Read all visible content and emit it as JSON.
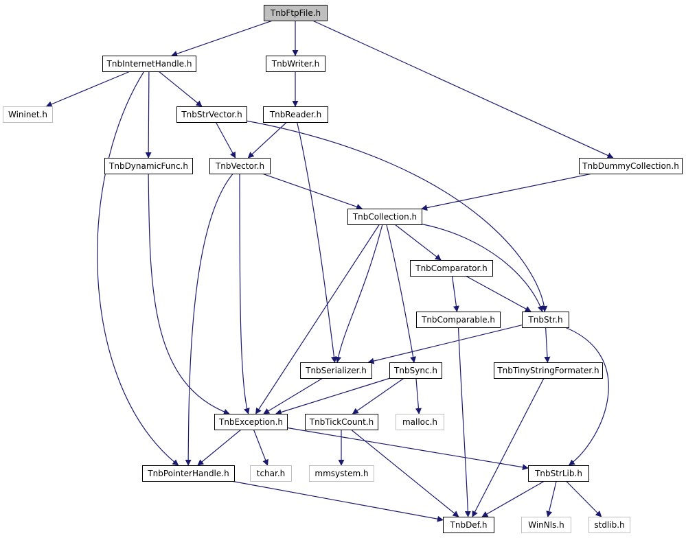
{
  "diagram": {
    "colors": {
      "edge": "#191970",
      "node_border": "#000000",
      "node_border_external": "#bfbfbf",
      "node_fill": "#ffffff",
      "root_fill": "#bfbfbf",
      "text": "#000000"
    },
    "nodes": [
      {
        "id": "TnbFtpFile",
        "label": "TnbFtpFile.h",
        "kind": "root"
      },
      {
        "id": "TnbInternetHandle",
        "label": "TnbInternetHandle.h",
        "kind": "local"
      },
      {
        "id": "TnbWriter",
        "label": "TnbWriter.h",
        "kind": "local"
      },
      {
        "id": "Wininet",
        "label": "Wininet.h",
        "kind": "external"
      },
      {
        "id": "TnbStrVector",
        "label": "TnbStrVector.h",
        "kind": "local"
      },
      {
        "id": "TnbReader",
        "label": "TnbReader.h",
        "kind": "local"
      },
      {
        "id": "TnbDynamicFunc",
        "label": "TnbDynamicFunc.h",
        "kind": "local"
      },
      {
        "id": "TnbVector",
        "label": "TnbVector.h",
        "kind": "local"
      },
      {
        "id": "TnbDummyCollection",
        "label": "TnbDummyCollection.h",
        "kind": "local"
      },
      {
        "id": "TnbCollection",
        "label": "TnbCollection.h",
        "kind": "local"
      },
      {
        "id": "TnbComparator",
        "label": "TnbComparator.h",
        "kind": "local"
      },
      {
        "id": "TnbComparable",
        "label": "TnbComparable.h",
        "kind": "local"
      },
      {
        "id": "TnbStr",
        "label": "TnbStr.h",
        "kind": "local"
      },
      {
        "id": "TnbSerializer",
        "label": "TnbSerializer.h",
        "kind": "local"
      },
      {
        "id": "TnbSync",
        "label": "TnbSync.h",
        "kind": "local"
      },
      {
        "id": "TnbTinyStringFormater",
        "label": "TnbTinyStringFormater.h",
        "kind": "local"
      },
      {
        "id": "TnbException",
        "label": "TnbException.h",
        "kind": "local"
      },
      {
        "id": "TnbTickCount",
        "label": "TnbTickCount.h",
        "kind": "local"
      },
      {
        "id": "malloc",
        "label": "malloc.h",
        "kind": "external"
      },
      {
        "id": "TnbPointerHandle",
        "label": "TnbPointerHandle.h",
        "kind": "local"
      },
      {
        "id": "tchar",
        "label": "tchar.h",
        "kind": "external"
      },
      {
        "id": "mmsystem",
        "label": "mmsystem.h",
        "kind": "external"
      },
      {
        "id": "TnbStrLib",
        "label": "TnbStrLib.h",
        "kind": "local"
      },
      {
        "id": "TnbDef",
        "label": "TnbDef.h",
        "kind": "local"
      },
      {
        "id": "WinNls",
        "label": "WinNls.h",
        "kind": "external"
      },
      {
        "id": "stdlib",
        "label": "stdlib.h",
        "kind": "external"
      }
    ],
    "edges": [
      {
        "from": "TnbFtpFile",
        "to": "TnbInternetHandle"
      },
      {
        "from": "TnbFtpFile",
        "to": "TnbWriter"
      },
      {
        "from": "TnbFtpFile",
        "to": "TnbDummyCollection"
      },
      {
        "from": "TnbInternetHandle",
        "to": "Wininet"
      },
      {
        "from": "TnbInternetHandle",
        "to": "TnbStrVector"
      },
      {
        "from": "TnbInternetHandle",
        "to": "TnbDynamicFunc"
      },
      {
        "from": "TnbInternetHandle",
        "to": "TnbPointerHandle"
      },
      {
        "from": "TnbWriter",
        "to": "TnbReader"
      },
      {
        "from": "TnbStrVector",
        "to": "TnbVector"
      },
      {
        "from": "TnbStrVector",
        "to": "TnbStr"
      },
      {
        "from": "TnbReader",
        "to": "TnbVector"
      },
      {
        "from": "TnbReader",
        "to": "TnbSerializer"
      },
      {
        "from": "TnbDynamicFunc",
        "to": "TnbException"
      },
      {
        "from": "TnbVector",
        "to": "TnbCollection"
      },
      {
        "from": "TnbVector",
        "to": "TnbException"
      },
      {
        "from": "TnbVector",
        "to": "TnbPointerHandle"
      },
      {
        "from": "TnbDummyCollection",
        "to": "TnbCollection"
      },
      {
        "from": "TnbCollection",
        "to": "TnbComparator"
      },
      {
        "from": "TnbCollection",
        "to": "TnbStr"
      },
      {
        "from": "TnbCollection",
        "to": "TnbSerializer"
      },
      {
        "from": "TnbCollection",
        "to": "TnbSync"
      },
      {
        "from": "TnbCollection",
        "to": "TnbException"
      },
      {
        "from": "TnbComparator",
        "to": "TnbComparable"
      },
      {
        "from": "TnbComparator",
        "to": "TnbStr"
      },
      {
        "from": "TnbComparable",
        "to": "TnbDef"
      },
      {
        "from": "TnbStr",
        "to": "TnbSerializer"
      },
      {
        "from": "TnbStr",
        "to": "TnbTinyStringFormater"
      },
      {
        "from": "TnbStr",
        "to": "TnbStrLib"
      },
      {
        "from": "TnbSerializer",
        "to": "TnbException"
      },
      {
        "from": "TnbSync",
        "to": "TnbException"
      },
      {
        "from": "TnbSync",
        "to": "TnbTickCount"
      },
      {
        "from": "TnbSync",
        "to": "malloc"
      },
      {
        "from": "TnbTinyStringFormater",
        "to": "TnbDef"
      },
      {
        "from": "TnbException",
        "to": "TnbPointerHandle"
      },
      {
        "from": "TnbException",
        "to": "tchar"
      },
      {
        "from": "TnbException",
        "to": "TnbStrLib"
      },
      {
        "from": "TnbTickCount",
        "to": "mmsystem"
      },
      {
        "from": "TnbTickCount",
        "to": "TnbDef"
      },
      {
        "from": "TnbPointerHandle",
        "to": "TnbDef"
      },
      {
        "from": "TnbStrLib",
        "to": "TnbDef"
      },
      {
        "from": "TnbStrLib",
        "to": "WinNls"
      },
      {
        "from": "TnbStrLib",
        "to": "stdlib"
      }
    ]
  }
}
